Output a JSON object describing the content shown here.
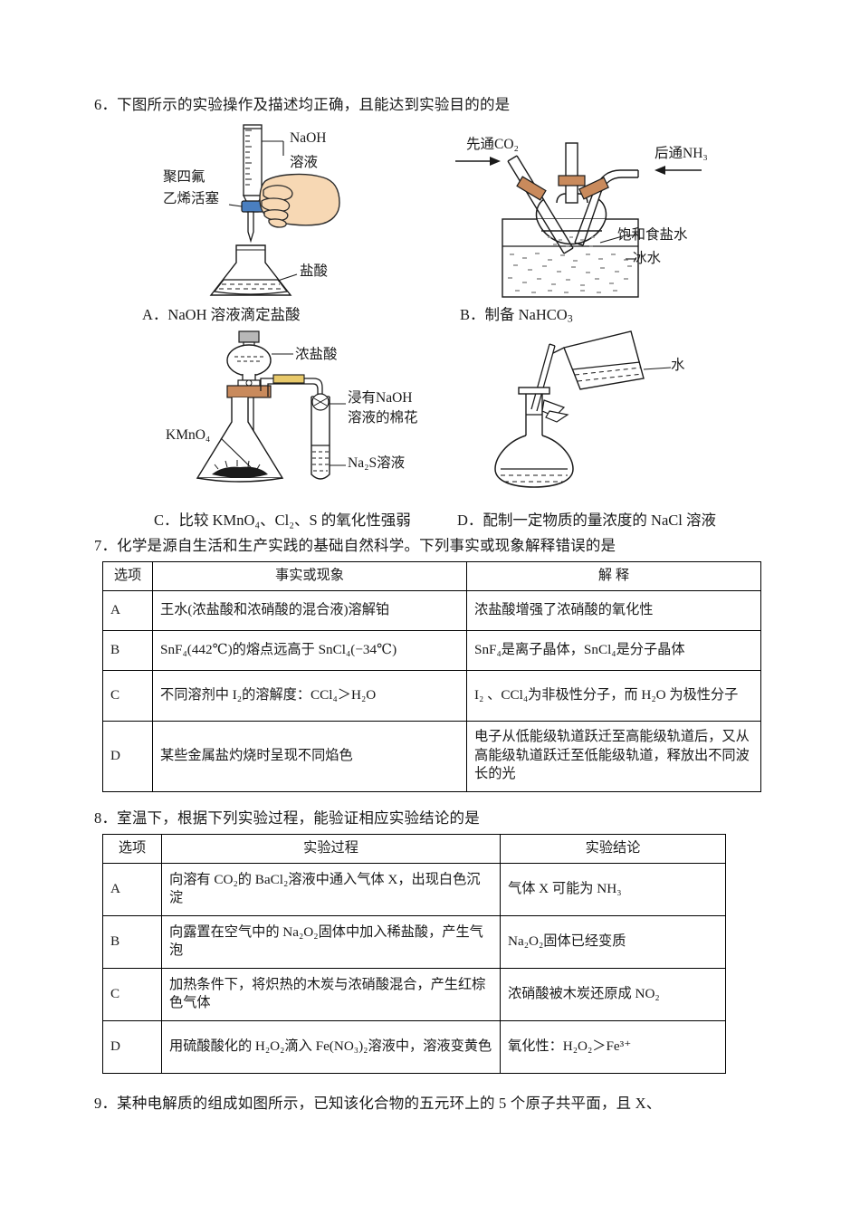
{
  "questions": {
    "q6": {
      "stem": "6．下图所示的实验操作及描述均正确，且能达到实验目的的是",
      "options": {
        "a": "A．NaOH 溶液滴定盐酸",
        "b_prefix": "B．制备 NaHCO",
        "b_sub": "3",
        "c": "C．比较 KMnO₄、Cl₂、S 的氧化性强弱",
        "d": "D．配制一定物质的量浓度的 NaCl 溶液"
      },
      "fig_a": {
        "label_naoh_line1": "NaOH",
        "label_naoh_line2": "溶液",
        "label_stopcock_line1": "聚四氟",
        "label_stopcock_line2": "乙烯活塞",
        "label_flask": "盐酸"
      },
      "fig_b": {
        "label_co2": "先通CO₂",
        "label_nh3": "后通NH₃",
        "label_brine": "饱和食盐水",
        "label_icewater": "冰水"
      },
      "fig_c": {
        "label_hcl": "浓盐酸",
        "label_cotton_line1": "浸有NaOH",
        "label_cotton_line2": "溶液的棉花",
        "label_kmno4": "KMnO₄",
        "label_na2s": "Na₂S溶液"
      },
      "fig_d": {
        "label_water": "水"
      }
    },
    "q7": {
      "stem": "7．化学是源自生活和生产实践的基础自然科学。下列事实或现象解释错误的是",
      "table": {
        "headers": [
          "选项",
          "事实或现象",
          "解  释"
        ],
        "rows": [
          {
            "option": "A",
            "fact": "王水(浓盐酸和浓硝酸的混合液)溶解铂",
            "explain": "浓盐酸增强了浓硝酸的氧化性"
          },
          {
            "option": "B",
            "fact": "SnF₄(442℃)的熔点远高于 SnCl₄(−34℃)",
            "explain": "SnF₄是离子晶体，SnCl₄是分子晶体"
          },
          {
            "option": "C",
            "fact": "不同溶剂中 I₂的溶解度：CCl₄＞H₂O",
            "explain": "I₂ 、CCl₄为非极性分子，而 H₂O 为极性分子"
          },
          {
            "option": "D",
            "fact": "某些金属盐灼烧时呈现不同焰色",
            "explain": "电子从低能级轨道跃迁至高能级轨道后，又从高能级轨道跃迁至低能级轨道，释放出不同波长的光"
          }
        ]
      }
    },
    "q8": {
      "stem": "8．室温下，根据下列实验过程，能验证相应实验结论的是",
      "table": {
        "headers": [
          "选项",
          "实验过程",
          "实验结论"
        ],
        "rows": [
          {
            "option": "A",
            "process": "向溶有 CO₂的 BaCl₂溶液中通入气体 X，出现白色沉淀",
            "conclusion": "气体 X 可能为 NH₃"
          },
          {
            "option": "B",
            "process": "向露置在空气中的 Na₂O₂固体中加入稀盐酸，产生气泡",
            "conclusion": "Na₂O₂固体已经变质"
          },
          {
            "option": "C",
            "process": "加热条件下，将炽热的木炭与浓硝酸混合，产生红棕色气体",
            "conclusion": "浓硝酸被木炭还原成 NO₂"
          },
          {
            "option": "D",
            "process": "用硫酸酸化的 H₂O₂滴入 Fe(NO₃)₂溶液中，溶液变黄色",
            "conclusion": "氧化性：H₂O₂＞Fe³⁺"
          }
        ]
      }
    },
    "q9": {
      "stem": "9．某种电解质的组成如图所示，已知该化合物的五元环上的 5 个原子共平面，且 X、"
    }
  },
  "colors": {
    "skin": "#f7d8b4",
    "skin_outline": "#2b2b2b",
    "stopcock_blue": "#4a7fc0",
    "stopper_brown": "#c98a5c",
    "tube_yellow": "#e8c96a",
    "line": "#1a1a1a"
  }
}
